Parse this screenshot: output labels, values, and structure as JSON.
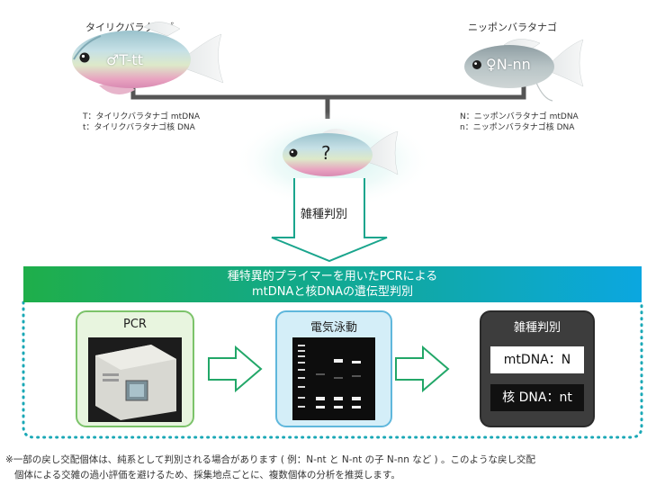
{
  "top": {
    "left_species": "タイリクバラタナゴ",
    "right_species": "ニッポンバラタナゴ",
    "left_fish_label": "♂T-tt",
    "right_fish_label": "♀N-nn",
    "hybrid_label": "?",
    "left_legend": [
      "T：タイリクバラタナゴ mtDNA",
      "t：タイリクバラタナゴ核 DNA"
    ],
    "right_legend": [
      "N：ニッポンバラタナゴ mtDNA",
      "n：ニッポンバラタナゴ核 DNA"
    ],
    "arrow_label": "雑種判別"
  },
  "banner": {
    "line1": "種特異的プライマーを用いたPCRによる",
    "line2": "mtDNAと核DNAの遺伝型判別"
  },
  "steps": {
    "pcr_title": "PCR",
    "gel_title": "電気泳動",
    "result_title": "雑種判別",
    "result_mt": "mtDNA：N",
    "result_nuclear": "核 DNA：nt"
  },
  "footnote": {
    "line1": "※一部の戻し交配個体は、純系として判別される場合があります ( 例：N-nt と N-nt の子 N-nn など ) 。このような戻し交配",
    "line2": "個体による交雑の過小評価を避けるため、採集地点ごとに、複数個体の分析を推奨します。"
  },
  "colors": {
    "green": "#1fae4a",
    "cyan": "#0ba7e0",
    "pcr_box": "#e8f5df",
    "gel_box": "#d4eef8",
    "result_box": "#3a3a3a"
  }
}
